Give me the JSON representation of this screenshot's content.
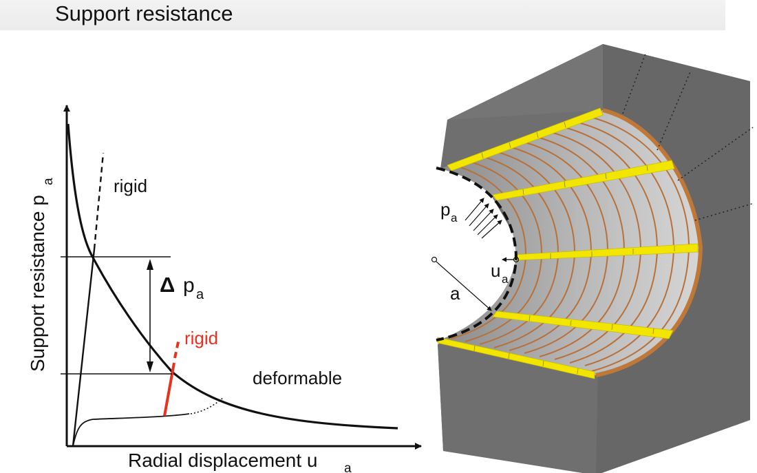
{
  "header": {
    "title": "Support resistance"
  },
  "chart": {
    "ylabel": "Support resistance p",
    "ylabel_sub": "a",
    "xlabel": "Radial displacement u",
    "xlabel_sub": "a",
    "rigid_label": "rigid",
    "rigid_label_2": "rigid",
    "deformable_label": "deformable",
    "delta_symbol": "Δ",
    "delta_p": "p",
    "delta_sub": "a"
  },
  "tunnel": {
    "pressure_label": "p",
    "pressure_sub": "a",
    "displacement_label": "u",
    "displacement_sub": "a",
    "radius_label": "a"
  },
  "colors": {
    "accent_red": "#e8311f",
    "rock_gray": "#6f6f6f",
    "lining_yellow": "#f2e600",
    "rib_copper": "#b8703a"
  }
}
